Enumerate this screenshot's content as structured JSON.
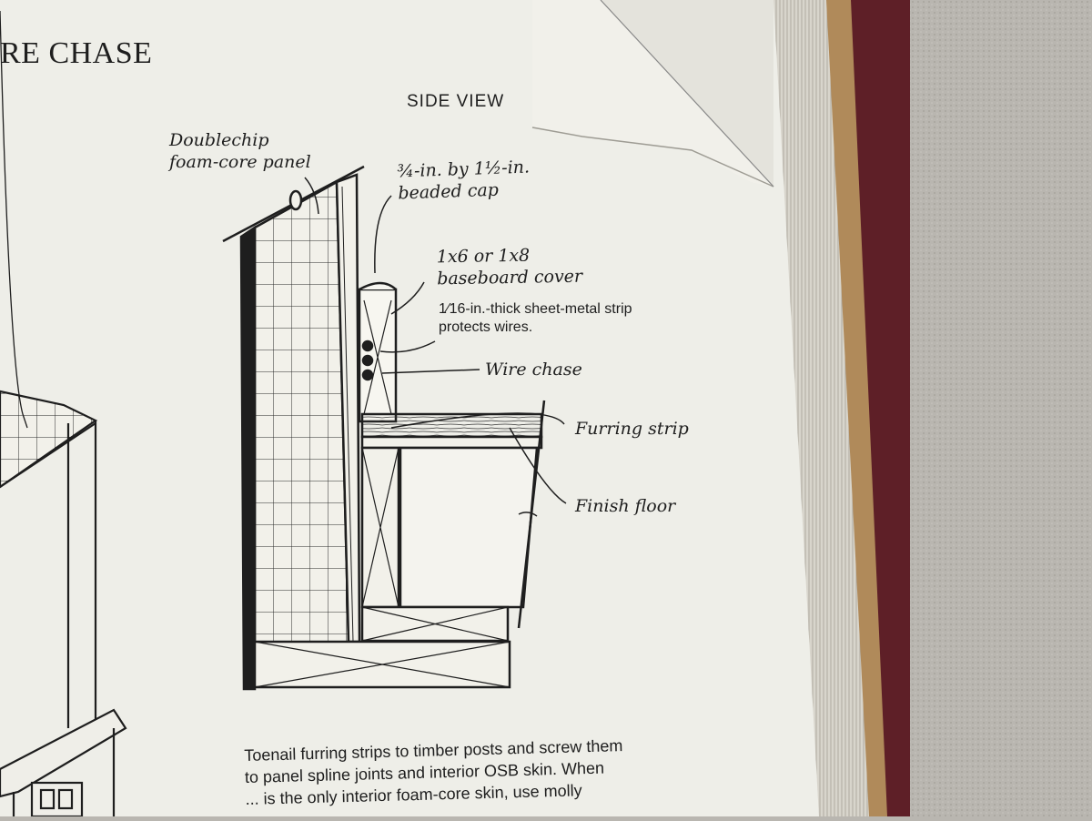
{
  "page": {
    "section_title": "RE CHASE",
    "view_title": "SIDE VIEW"
  },
  "labels": {
    "panel_line1": "Doublechip",
    "panel_line2": "foam-core panel",
    "cap_line1": "¾-in. by 1½-in.",
    "cap_line2": "beaded cap",
    "baseboard_line1": "1x6 or 1x8",
    "baseboard_line2": "baseboard cover",
    "strip_line1": "1⁄16-in.-thick sheet-metal strip",
    "strip_line2": "protects wires.",
    "wire_chase": "Wire chase",
    "furring_strip": "Furring strip",
    "finish_floor": "Finish floor"
  },
  "body_text": {
    "line1": "Toenail furring strips to timber posts and screw them",
    "line2": "to panel spline joints and interior OSB skin. When",
    "line3": "... is the only interior foam-core skin, use molly"
  },
  "colors": {
    "paper": "#ecebe4",
    "ink": "#1e1e1e",
    "carpet": "#b9b6b0",
    "book_cover": "#5e1f27"
  }
}
